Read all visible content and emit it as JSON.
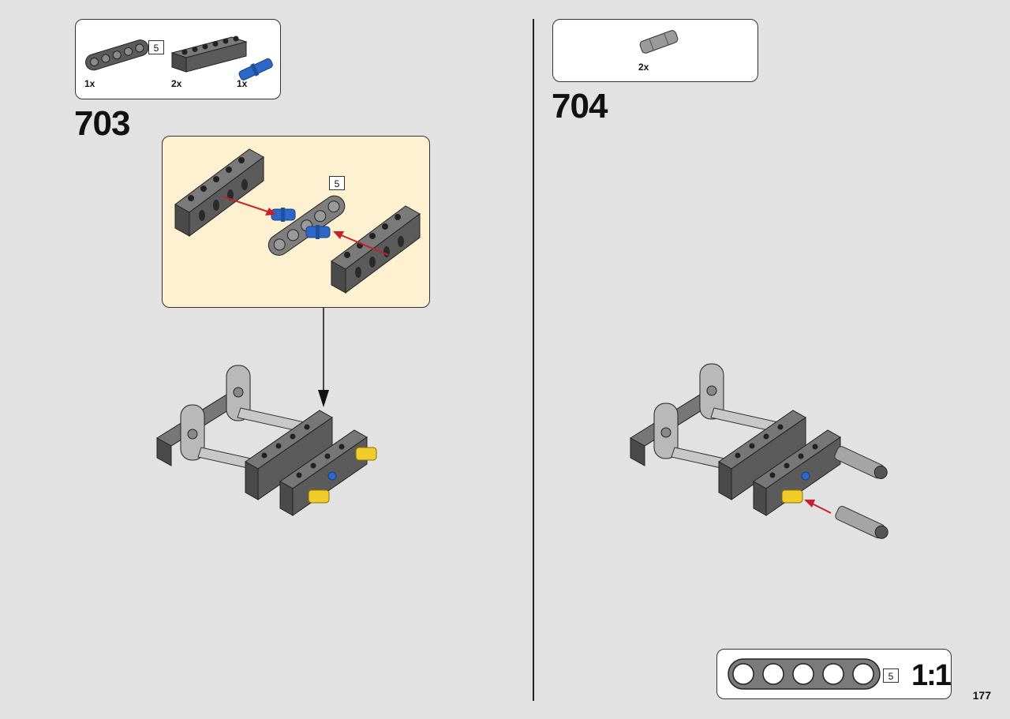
{
  "step_703": {
    "number": "703",
    "parts": [
      {
        "qty": "1x",
        "length_label": "5"
      },
      {
        "qty": "2x"
      },
      {
        "qty": "1x"
      }
    ],
    "callout_length_label": "5"
  },
  "step_704": {
    "number": "704",
    "parts": [
      {
        "qty": "2x"
      }
    ]
  },
  "scale_ref": {
    "length_label": "5",
    "scale": "1:1"
  },
  "page_number": "177",
  "colors": {
    "background": "#e2e2e2",
    "callout": "#fdf1d2",
    "dark_gray": "#5b5b5b",
    "light_gray": "#b9b9b9",
    "blue": "#2d68c8",
    "yellow": "#f2cc2a",
    "arrow_red": "#c8202a"
  }
}
